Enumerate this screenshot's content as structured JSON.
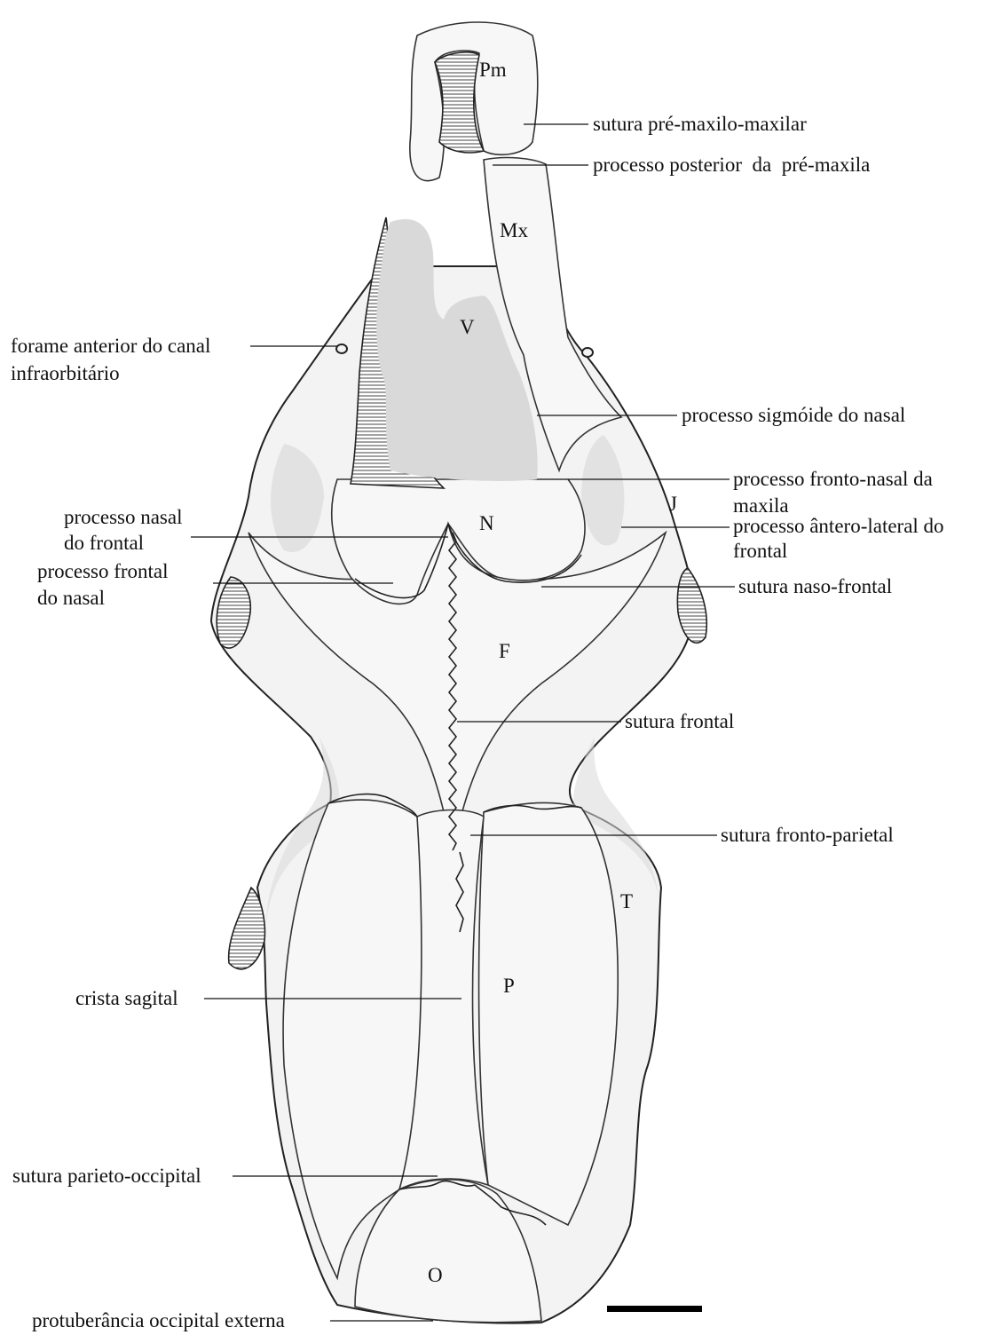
{
  "bone_labels": {
    "pm": "Pm",
    "mx": "Mx",
    "v": "V",
    "n": "N",
    "j": "J",
    "f": "F",
    "t": "T",
    "p": "P",
    "o": "O"
  },
  "annotations": {
    "sutura_pre_maxilo_maxilar": "sutura pré-maxilo-maxilar",
    "processo_posterior_pre_maxila": "processo posterior  da  pré-maxila",
    "forame_line1": "forame anterior do canal",
    "forame_line2": "infraorbitário",
    "processo_sigmoide": "processo sigmóide do nasal",
    "fronto_nasal_line1": "processo fronto-nasal da",
    "fronto_nasal_line2": "maxila",
    "antero_lateral_line1": "processo ântero-lateral do",
    "antero_lateral_line2": "frontal",
    "nasal_frontal_line1": "processo nasal",
    "nasal_frontal_line2": "do frontal",
    "frontal_nasal_line1": "processo frontal",
    "frontal_nasal_line2": "do nasal",
    "sutura_naso_frontal": "sutura naso-frontal",
    "sutura_frontal": "sutura frontal",
    "sutura_fronto_parietal": "sutura fronto-parietal",
    "crista_sagital": "crista sagital",
    "sutura_parieto_occipital": "sutura parieto-occipital",
    "protuberancia": "protuberância occipital externa"
  }
}
